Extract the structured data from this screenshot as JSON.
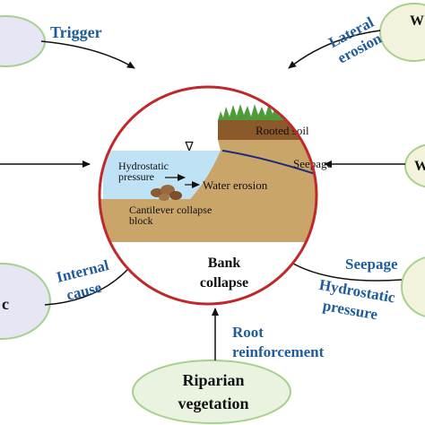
{
  "center": {
    "title_line1": "Bank",
    "title_line2": "collapse",
    "ring_color": "#c0282a"
  },
  "cross_section": {
    "rooted_soil": "Rooted soil",
    "seepage": "Seepage",
    "hydrostatic_line1": "Hydrostatic",
    "hydrostatic_line2": "pressure",
    "water_erosion": "Water erosion",
    "cantilever_line1": "Cantilever collapse",
    "cantilever_line2": "block",
    "water_symbol": "∇"
  },
  "factors": {
    "top_left": {
      "arrow_label": "Trigger",
      "node_text": ""
    },
    "top_right": {
      "arrow_label_line1": "Lateral",
      "arrow_label_line2": "erosion",
      "node_text": "W"
    },
    "left_middle": {
      "node_text": ""
    },
    "right_middle": {
      "node_text": "W"
    },
    "bottom_left": {
      "arrow_label_line1": "Internal",
      "arrow_label_line2": "cause",
      "node_text": "c"
    },
    "bottom_right": {
      "arrow_label_seepage": "Seepage",
      "arrow_label_line1": "Hydrostatic",
      "arrow_label_line2": "pressure",
      "node_text": ""
    },
    "bottom": {
      "arrow_label_line1": "Root",
      "arrow_label_line2": "reinforcement",
      "node_line1": "Riparian",
      "node_line2": "vegetation"
    }
  },
  "colors": {
    "ellipse_fill": "#e6e6f4",
    "ellipse_stroke": "#a8d08d",
    "bottom_ellipse_fill": "#e9f3e0",
    "label_blue": "#1e5c9c",
    "water": "#bfe3f5",
    "soil": "#c9a56a",
    "rooted_soil": "#8b5a2b"
  },
  "icons": [
    "water-level-icon",
    "arrow-icon"
  ]
}
